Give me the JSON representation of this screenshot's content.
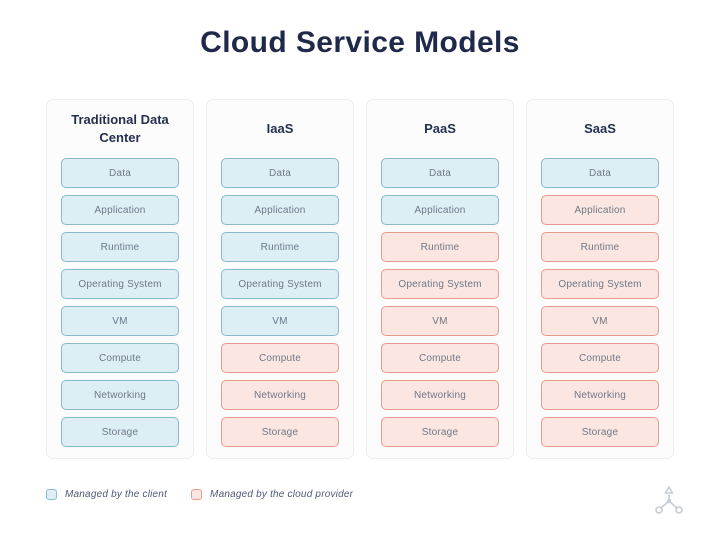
{
  "title": "Cloud Service Models",
  "columns": [
    {
      "header": "Traditional Data Center",
      "layers": [
        {
          "label": "Data",
          "managed_by": "client"
        },
        {
          "label": "Application",
          "managed_by": "client"
        },
        {
          "label": "Runtime",
          "managed_by": "client"
        },
        {
          "label": "Operating System",
          "managed_by": "client"
        },
        {
          "label": "VM",
          "managed_by": "client"
        },
        {
          "label": "Compute",
          "managed_by": "client"
        },
        {
          "label": "Networking",
          "managed_by": "client"
        },
        {
          "label": "Storage",
          "managed_by": "client"
        }
      ]
    },
    {
      "header": "IaaS",
      "layers": [
        {
          "label": "Data",
          "managed_by": "client"
        },
        {
          "label": "Application",
          "managed_by": "client"
        },
        {
          "label": "Runtime",
          "managed_by": "client"
        },
        {
          "label": "Operating System",
          "managed_by": "client"
        },
        {
          "label": "VM",
          "managed_by": "client"
        },
        {
          "label": "Compute",
          "managed_by": "provider"
        },
        {
          "label": "Networking",
          "managed_by": "provider"
        },
        {
          "label": "Storage",
          "managed_by": "provider"
        }
      ]
    },
    {
      "header": "PaaS",
      "layers": [
        {
          "label": "Data",
          "managed_by": "client"
        },
        {
          "label": "Application",
          "managed_by": "client"
        },
        {
          "label": "Runtime",
          "managed_by": "provider"
        },
        {
          "label": "Operating System",
          "managed_by": "provider"
        },
        {
          "label": "VM",
          "managed_by": "provider"
        },
        {
          "label": "Compute",
          "managed_by": "provider"
        },
        {
          "label": "Networking",
          "managed_by": "provider"
        },
        {
          "label": "Storage",
          "managed_by": "provider"
        }
      ]
    },
    {
      "header": "SaaS",
      "layers": [
        {
          "label": "Data",
          "managed_by": "client"
        },
        {
          "label": "Application",
          "managed_by": "provider"
        },
        {
          "label": "Runtime",
          "managed_by": "provider"
        },
        {
          "label": "Operating System",
          "managed_by": "provider"
        },
        {
          "label": "VM",
          "managed_by": "provider"
        },
        {
          "label": "Compute",
          "managed_by": "provider"
        },
        {
          "label": "Networking",
          "managed_by": "provider"
        },
        {
          "label": "Storage",
          "managed_by": "provider"
        }
      ]
    }
  ],
  "legend": [
    {
      "label": "Managed by the client",
      "managed_by": "client"
    },
    {
      "label": "Managed by the cloud provider",
      "managed_by": "provider"
    }
  ],
  "icons": {
    "footer_logo": "network-nodes-icon"
  },
  "colors": {
    "title": "#1f2a4a",
    "header": "#25304f",
    "client_fill": "#ddeef5",
    "client_border": "#8abacd",
    "provider_fill": "#fbe6e2",
    "provider_border": "#e99a8f",
    "box_text": "#6f7888",
    "legend_text": "#4e5a72",
    "card_fill": "#fcfcfd",
    "card_border": "#eceef2",
    "logo": "#c6ccd8"
  }
}
